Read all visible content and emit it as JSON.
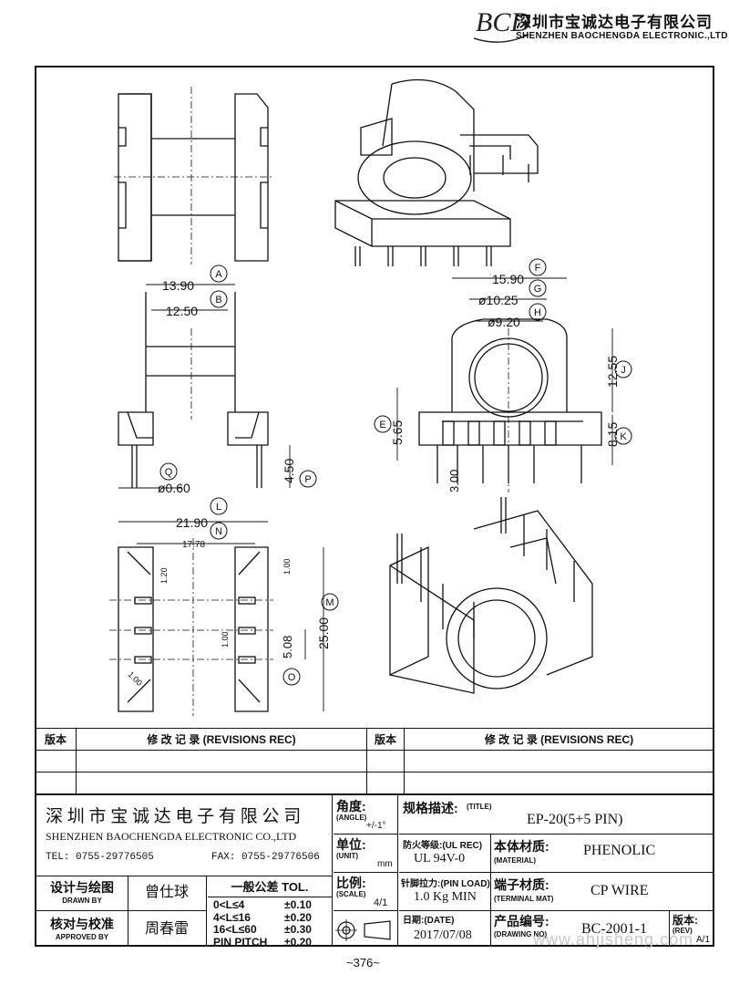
{
  "header": {
    "logo_text": "BCD",
    "company_cn": "深圳市宝诚达电子有限公司",
    "company_en": "SHENZHEN BAOCHENGDA ELECTRONIC.,LTD"
  },
  "dimensions": {
    "A": "13.90",
    "B": "12.50",
    "Q": "ø0.60",
    "P": "4.50",
    "F": "15.90",
    "G": "ø10.25",
    "H": "ø9.20",
    "J": "12.55",
    "E": "5.65",
    "K": "8.15",
    "pin_offset": "3.00",
    "L": "21.90",
    "N": "17.78",
    "M": "25.00",
    "O": "5.08",
    "d120": "1.20",
    "d100a": "1.00",
    "d100b": "1.00",
    "d100c": "1.00"
  },
  "callouts": [
    "A",
    "B",
    "Q",
    "P",
    "F",
    "G",
    "H",
    "J",
    "E",
    "K",
    "L",
    "N",
    "M",
    "O"
  ],
  "revisions": {
    "header_left_ver": "版本",
    "header_left_rec": "修 改 记 录  (REVISIONS REC)",
    "header_right_ver": "版本",
    "header_right_rec": "修 改 记 录  (REVISIONS REC)"
  },
  "title_block": {
    "company_cn": "深 圳 市 宝 诚 达 电 子 有 限 公 司",
    "company_en": "SHENZHEN BAOCHENGDA ELECTRONIC CO.,LTD",
    "tel": "TEL: 0755-29776505",
    "fax": "FAX: 0755-29776506",
    "angle_cn": "角度:",
    "angle_en": "(ANGLE)",
    "angle_val": "+/-1°",
    "unit_cn": "单位:",
    "unit_en": "(UNIT)",
    "unit_val": "mm",
    "scale_cn": "比例:",
    "scale_en": "(SCALE)",
    "scale_val": "4/1",
    "title_cn": "规格描述:",
    "title_en": "(TITLE)",
    "title_val": "EP-20(5+5 PIN)",
    "ul_cn": "防火等级:",
    "ul_en": "(UL REC)",
    "ul_val": "UL 94V-0",
    "material_cn": "本体材质:",
    "material_en": "(MATERIAL)",
    "material_val": "PHENOLIC",
    "pinload_cn": "针脚拉力:",
    "pinload_en": "(PIN LOAD)",
    "pinload_val": "1.0 Kg MIN",
    "terminal_cn": "端子材质:",
    "terminal_en": "(TERMINAL MAT)",
    "terminal_val": "CP WIRE",
    "date_cn": "日期:",
    "date_en": "(DATE)",
    "date_val": "2017/07/08",
    "drawing_no_cn": "产品编号:",
    "drawing_no_en": "(DRAWING NO)",
    "drawing_no_val": "BC-2001-1",
    "rev_cn": "版本:",
    "rev_en": "(REV)",
    "rev_val": "A/1",
    "drawn_cn": "设计与绘图",
    "drawn_en": "DRAWN BY",
    "drawn_val": "曾仕球",
    "approved_cn": "核对与校准",
    "approved_en": "APPROVED BY",
    "approved_val": "周春雷",
    "tol_title": "一般公差 TOL.",
    "tol_rows": [
      {
        "range": "0<L≤4",
        "tol": "±0.10"
      },
      {
        "range": "4<L≤16",
        "tol": "±0.20"
      },
      {
        "range": "16<L≤60",
        "tol": "±0.30"
      },
      {
        "range": "PIN PITCH",
        "tol": "±0.20"
      }
    ]
  },
  "watermark": "www.ahjisheng.com",
  "page_number": "~376~"
}
